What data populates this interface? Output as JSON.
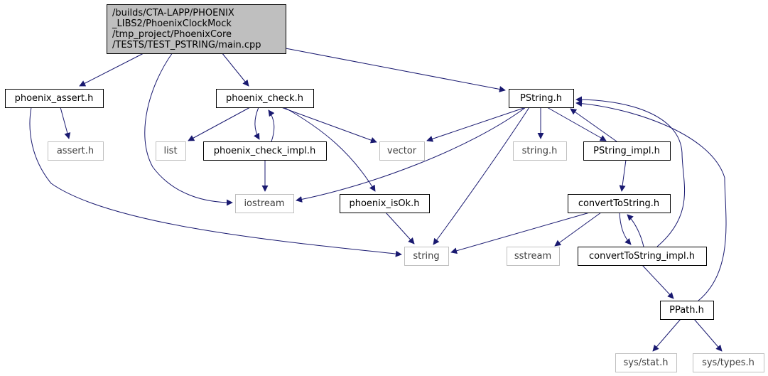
{
  "graph": {
    "colors": {
      "edge": "#191970",
      "root_fill": "#bfbfbf",
      "node_border": "#000000",
      "external_border": "#bfbfbf",
      "external_text": "#404040",
      "text": "#000000"
    },
    "nodes": [
      {
        "id": "main",
        "kind": "root",
        "lines": [
          "/builds/CTA-LAPP/PHOENIX",
          "_LIBS2/PhoenixClockMock",
          "/tmp_project/PhoenixCore",
          "/TESTS/TEST_PSTRING/main.cpp"
        ]
      },
      {
        "id": "phoenix_assert",
        "kind": "internal",
        "lines": [
          "phoenix_assert.h"
        ]
      },
      {
        "id": "assert",
        "kind": "external",
        "lines": [
          "assert.h"
        ]
      },
      {
        "id": "phoenix_check",
        "kind": "internal",
        "lines": [
          "phoenix_check.h"
        ]
      },
      {
        "id": "list",
        "kind": "external",
        "lines": [
          "list"
        ]
      },
      {
        "id": "phoenix_check_impl",
        "kind": "internal",
        "lines": [
          "phoenix_check_impl.h"
        ]
      },
      {
        "id": "iostream",
        "kind": "external",
        "lines": [
          "iostream"
        ]
      },
      {
        "id": "vector",
        "kind": "external",
        "lines": [
          "vector"
        ]
      },
      {
        "id": "phoenix_isOk",
        "kind": "internal",
        "lines": [
          "phoenix_isOk.h"
        ]
      },
      {
        "id": "string",
        "kind": "external",
        "lines": [
          "string"
        ]
      },
      {
        "id": "PString",
        "kind": "internal",
        "lines": [
          "PString.h"
        ]
      },
      {
        "id": "string_h",
        "kind": "external",
        "lines": [
          "string.h"
        ]
      },
      {
        "id": "PString_impl",
        "kind": "internal",
        "lines": [
          "PString_impl.h"
        ]
      },
      {
        "id": "convertToString",
        "kind": "internal",
        "lines": [
          "convertToString.h"
        ]
      },
      {
        "id": "sstream",
        "kind": "external",
        "lines": [
          "sstream"
        ]
      },
      {
        "id": "convertToString_impl",
        "kind": "internal",
        "lines": [
          "convertToString_impl.h"
        ]
      },
      {
        "id": "PPath",
        "kind": "internal",
        "lines": [
          "PPath.h"
        ]
      },
      {
        "id": "sys_stat",
        "kind": "external",
        "lines": [
          "sys/stat.h"
        ]
      },
      {
        "id": "sys_types",
        "kind": "external",
        "lines": [
          "sys/types.h"
        ]
      }
    ],
    "edges": [
      {
        "from": "main",
        "to": "phoenix_assert"
      },
      {
        "from": "main",
        "to": "iostream"
      },
      {
        "from": "main",
        "to": "phoenix_check"
      },
      {
        "from": "main",
        "to": "PString"
      },
      {
        "from": "phoenix_assert",
        "to": "assert"
      },
      {
        "from": "phoenix_assert",
        "to": "string"
      },
      {
        "from": "phoenix_check",
        "to": "list"
      },
      {
        "from": "phoenix_check",
        "to": "phoenix_check_impl"
      },
      {
        "from": "phoenix_check",
        "to": "vector"
      },
      {
        "from": "phoenix_check",
        "to": "phoenix_isOk"
      },
      {
        "from": "phoenix_check_impl",
        "to": "phoenix_check"
      },
      {
        "from": "phoenix_check_impl",
        "to": "iostream"
      },
      {
        "from": "phoenix_isOk",
        "to": "string"
      },
      {
        "from": "PString",
        "to": "vector"
      },
      {
        "from": "PString",
        "to": "iostream"
      },
      {
        "from": "PString",
        "to": "string"
      },
      {
        "from": "PString",
        "to": "string_h"
      },
      {
        "from": "PString",
        "to": "PString_impl"
      },
      {
        "from": "PString_impl",
        "to": "PString"
      },
      {
        "from": "PString_impl",
        "to": "convertToString"
      },
      {
        "from": "convertToString",
        "to": "string"
      },
      {
        "from": "convertToString",
        "to": "sstream"
      },
      {
        "from": "convertToString",
        "to": "convertToString_impl"
      },
      {
        "from": "convertToString_impl",
        "to": "convertToString"
      },
      {
        "from": "convertToString_impl",
        "to": "PString"
      },
      {
        "from": "convertToString_impl",
        "to": "PPath"
      },
      {
        "from": "PPath",
        "to": "PString"
      },
      {
        "from": "PPath",
        "to": "sys_stat"
      },
      {
        "from": "PPath",
        "to": "sys_types"
      }
    ]
  }
}
